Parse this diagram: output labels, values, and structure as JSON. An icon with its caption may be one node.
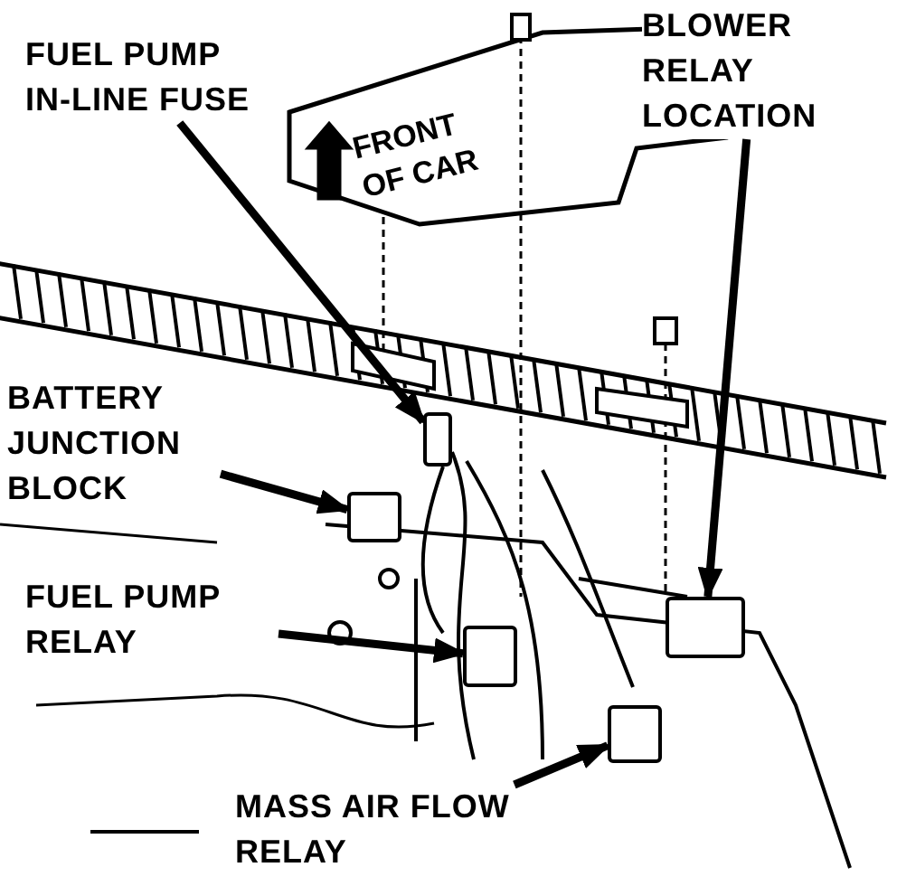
{
  "diagram": {
    "nodes": [
      {
        "text": [
          "FUEL PUMP IN-LINE FUSE"
        ]
      },
      {
        "text": [
          "BLOWER RELAY LOCATION"
        ]
      },
      {
        "text": [
          "BATTERY JUNCTION BLOCK"
        ]
      },
      {
        "text": [
          "FUEL PUMP RELAY"
        ]
      },
      {
        "text": [
          "MASS AIR FLOW RELAY"
        ]
      },
      {
        "text": [],
        "shape": "box"
      },
      {
        "text": [],
        "shape": "box"
      },
      {
        "text": [],
        "shape": "box"
      },
      {
        "text": [],
        "shape": "box"
      },
      {
        "text": [],
        "shape": "box"
      }
    ],
    "edges": [
      {
        "from": 0,
        "to": 5,
        "arrow": "to"
      },
      {
        "from": 1,
        "to": 6,
        "arrow": "to"
      },
      {
        "from": 2,
        "to": 7,
        "arrow": "to"
      },
      {
        "from": 3,
        "to": 8,
        "arrow": "to"
      },
      {
        "from": 4,
        "to": 9,
        "arrow": "to"
      }
    ],
    "labels": [
      "FRONT OF CAR"
    ]
  }
}
